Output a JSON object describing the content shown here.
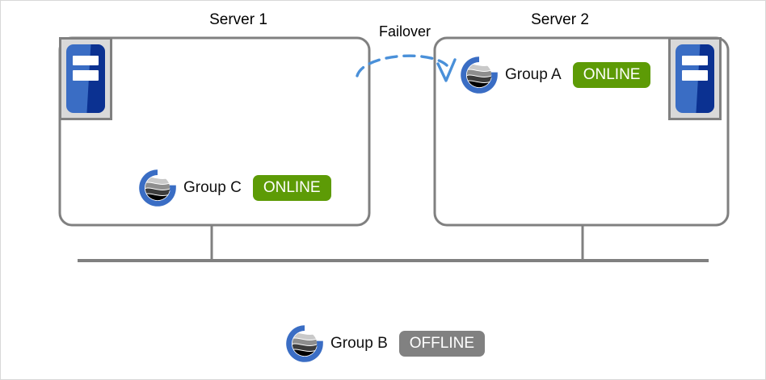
{
  "diagram": {
    "title_failover": "Failover",
    "servers": [
      {
        "name": "Server 1",
        "icon": "server-machine-icon",
        "groups": [
          {
            "label": "Group C",
            "status": "ONLINE",
            "status_color": "#5d9b06",
            "logo": "cluster-group-logo"
          }
        ]
      },
      {
        "name": "Server 2",
        "icon": "server-machine-icon",
        "groups": [
          {
            "label": "Group A",
            "status": "ONLINE",
            "status_color": "#5d9b06",
            "logo": "cluster-group-logo"
          }
        ]
      }
    ],
    "detached_groups": [
      {
        "label": "Group B",
        "status": "OFFLINE",
        "status_color": "#818181",
        "logo": "cluster-group-logo"
      }
    ],
    "colors": {
      "box_outline": "#808080",
      "bus_line": "#808080",
      "failover_arrow": "#4a90d9",
      "machine_blue": "#3a6dc4",
      "machine_navy": "#0b3191",
      "logo_blue": "#3a6dc4"
    }
  }
}
